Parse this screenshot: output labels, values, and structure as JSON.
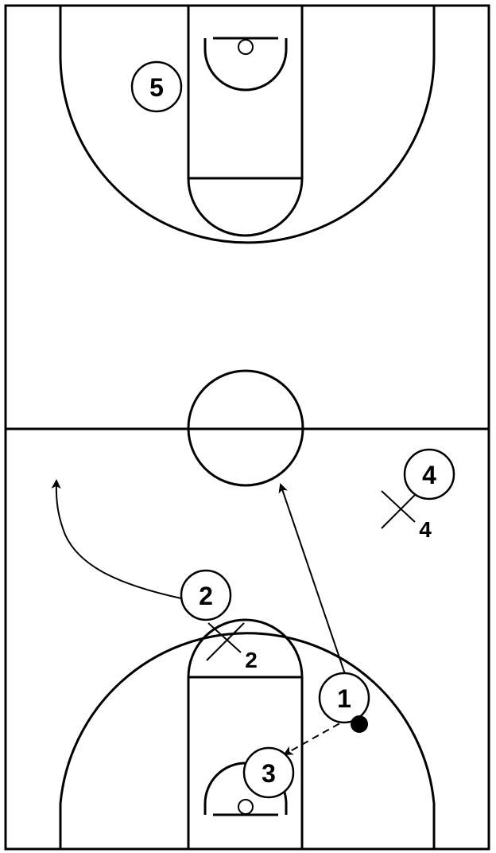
{
  "colors": {
    "court_lines": "#000000",
    "background": "#ffffff",
    "ball": "#000000"
  },
  "players": {
    "p1": "1",
    "p2": "2",
    "p3": "3",
    "p4": "4",
    "p5": "5"
  },
  "defenders": {
    "d2": "2",
    "d4": "4"
  },
  "icons": {
    "ball": "filled-circle-icon",
    "defender": "x-mark-icon",
    "cut": "arrow-line-icon",
    "pass": "dashed-arrow-icon"
  }
}
